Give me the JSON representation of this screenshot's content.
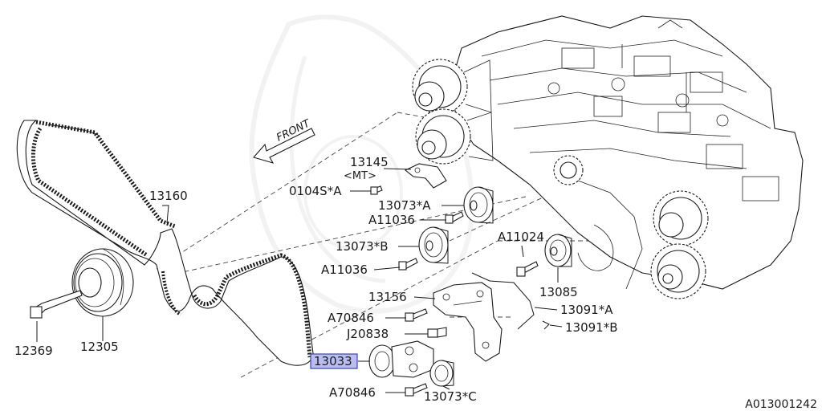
{
  "diagram": {
    "front_label": "FRONT",
    "image_id": "A013001242",
    "labels": {
      "p13145": "13145",
      "p13145_sub": "<MT>",
      "p0104S_A": "0104S*A",
      "p13160": "13160",
      "p13073_A": "13073*A",
      "pA11036_1": "A11036",
      "p13073_B": "13073*B",
      "pA11036_2": "A11036",
      "pA11024": "A11024",
      "p13085": "13085",
      "p13156": "13156",
      "p13091_A": "13091*A",
      "pA70846_1": "A70846",
      "p13091_B": "13091*B",
      "pJ20838": "J20838",
      "p13033": "13033",
      "p12369": "12369",
      "p12305": "12305",
      "pA70846_2": "A70846",
      "p13073_C": "13073*C"
    },
    "highlight_color": "#b9bdf0"
  }
}
